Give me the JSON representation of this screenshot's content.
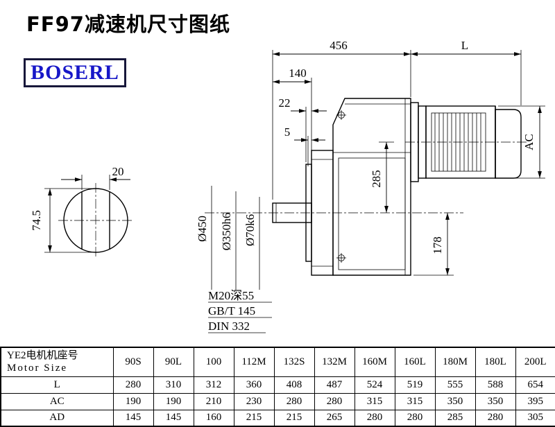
{
  "page": {
    "title": "FF97减速机尺寸图纸",
    "brand": "BOSERL"
  },
  "drawing": {
    "dim_456": "456",
    "dim_L": "L",
    "dim_140": "140",
    "dim_22": "22",
    "dim_5": "5",
    "dim_AC": "AC",
    "dim_285": "285",
    "dim_178": "178",
    "dim_20": "20",
    "dim_74_5": "74.5",
    "dia_flange": "Ø450",
    "dia_spigot": "Ø350h6",
    "dia_shaft": "Ø70k6",
    "note_thread": "M20深55",
    "note_gb": "GB/T 145",
    "note_din": "DIN 332"
  },
  "table": {
    "header_cn": "YE2电机机座号",
    "header_en": "Motor Size",
    "columns": [
      "90S",
      "90L",
      "100",
      "112M",
      "132S",
      "132M",
      "160M",
      "160L",
      "180M",
      "180L",
      "200L"
    ],
    "rows": [
      {
        "label": "L",
        "values": [
          "280",
          "310",
          "312",
          "360",
          "408",
          "487",
          "524",
          "519",
          "555",
          "588",
          "654"
        ]
      },
      {
        "label": "AC",
        "values": [
          "190",
          "190",
          "210",
          "230",
          "280",
          "280",
          "315",
          "315",
          "350",
          "350",
          "395"
        ]
      },
      {
        "label": "AD",
        "values": [
          "145",
          "145",
          "160",
          "215",
          "215",
          "265",
          "280",
          "280",
          "285",
          "280",
          "305"
        ]
      }
    ]
  }
}
